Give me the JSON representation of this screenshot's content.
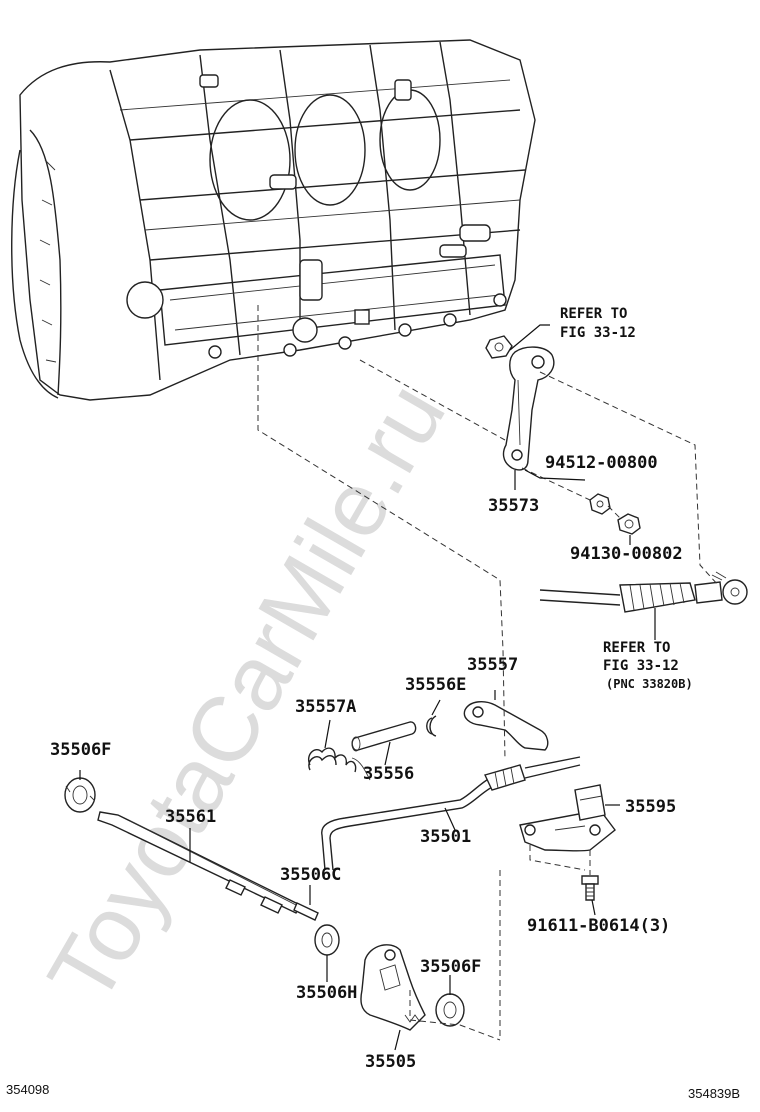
{
  "watermark": "ToyotaCarMile.ru",
  "notes": {
    "refer_top_line1": "REFER TO",
    "refer_top_line2": "FIG 33-12",
    "refer_mid_line1": "REFER TO",
    "refer_mid_line2": "FIG 33-12",
    "refer_mid_line3": "(PNC 33820B)"
  },
  "parts": {
    "p94512": "94512-00800",
    "p35573": "35573",
    "p94130": "94130-00802",
    "p35557": "35557",
    "p35556E": "35556E",
    "p35557A": "35557A",
    "p35556": "35556",
    "p35506F_left": "35506F",
    "p35561": "35561",
    "p35501": "35501",
    "p35595": "35595",
    "p35506C": "35506C",
    "p91611": "91611-B0614(3)",
    "p35506H": "35506H",
    "p35506F_right": "35506F",
    "p35505": "35505"
  },
  "corners": {
    "bottom_left": "354098",
    "bottom_right": "354839B"
  }
}
